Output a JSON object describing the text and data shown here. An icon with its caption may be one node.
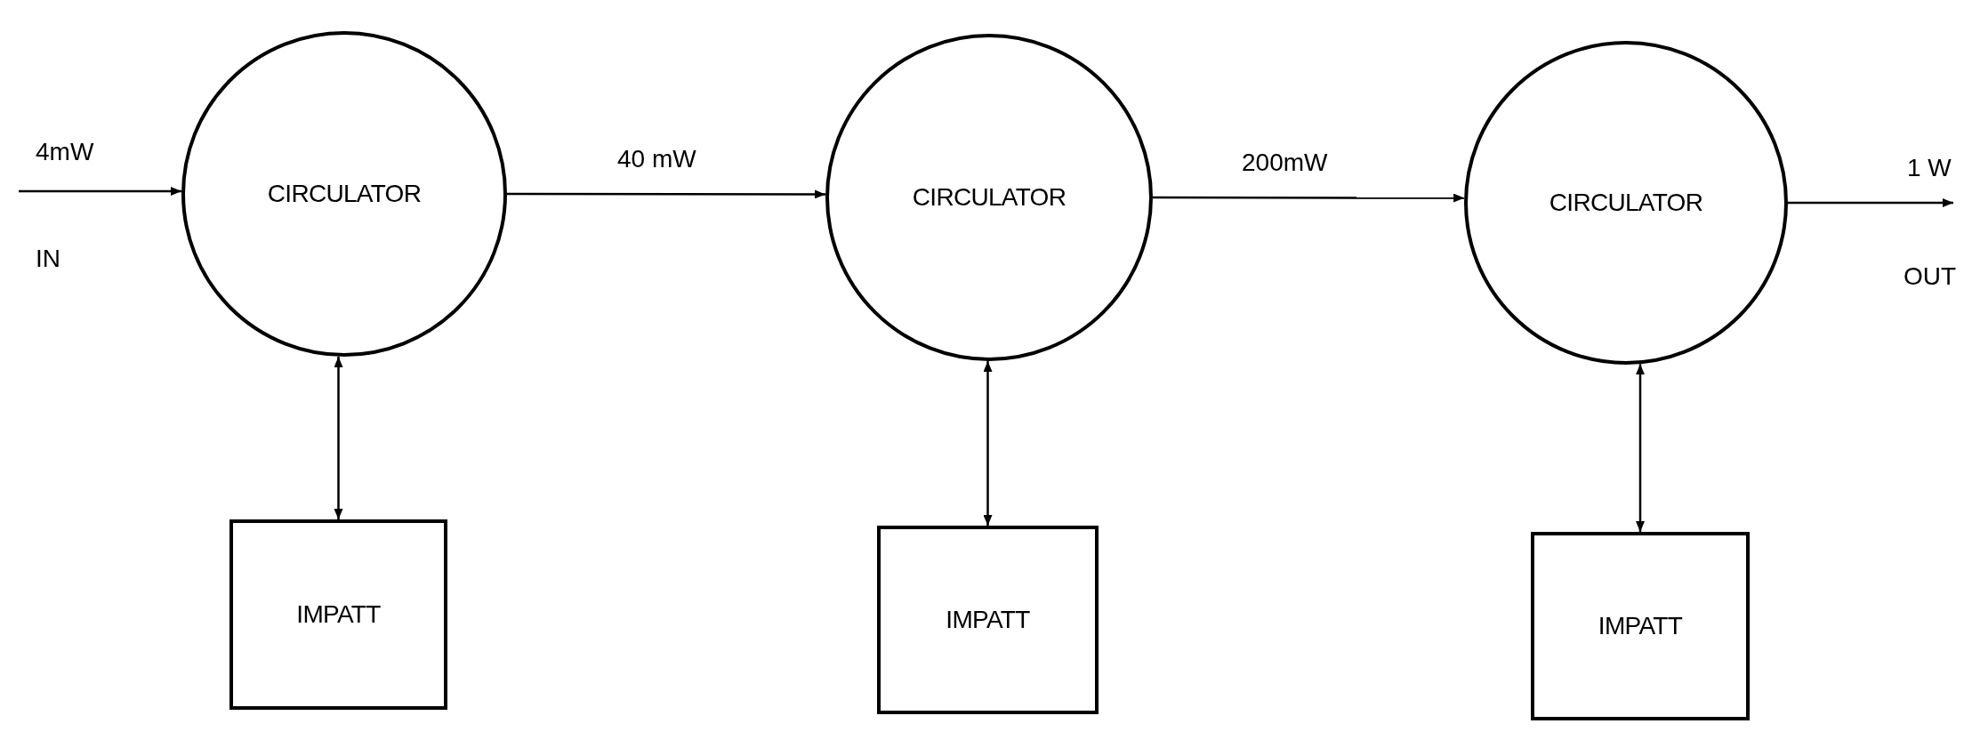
{
  "diagram": {
    "nodes": [
      {
        "text": [
          "CIRCULATOR"
        ]
      },
      {
        "text": [
          "CIRCULATOR"
        ]
      },
      {
        "text": [
          "CIRCULATOR"
        ]
      },
      {
        "text": [
          "IMPATT"
        ]
      },
      {
        "text": [
          "IMPATT"
        ]
      },
      {
        "text": [
          "IMPATT"
        ]
      }
    ],
    "edges": [
      {
        "from": null,
        "to": 0,
        "arrow": "to",
        "label": "4mW"
      },
      {
        "from": 0,
        "to": 1,
        "arrow": "to",
        "label": "40 mW"
      },
      {
        "from": 1,
        "to": 2,
        "arrow": "to",
        "label": "200mW"
      },
      {
        "from": 2,
        "to": null,
        "arrow": "to",
        "label": "1 W"
      },
      {
        "from": 0,
        "to": 3,
        "arrow": "both"
      },
      {
        "from": 1,
        "to": 4,
        "arrow": "both"
      },
      {
        "from": 2,
        "to": 5,
        "arrow": "both"
      }
    ],
    "labels": [
      "IN",
      "OUT"
    ]
  }
}
